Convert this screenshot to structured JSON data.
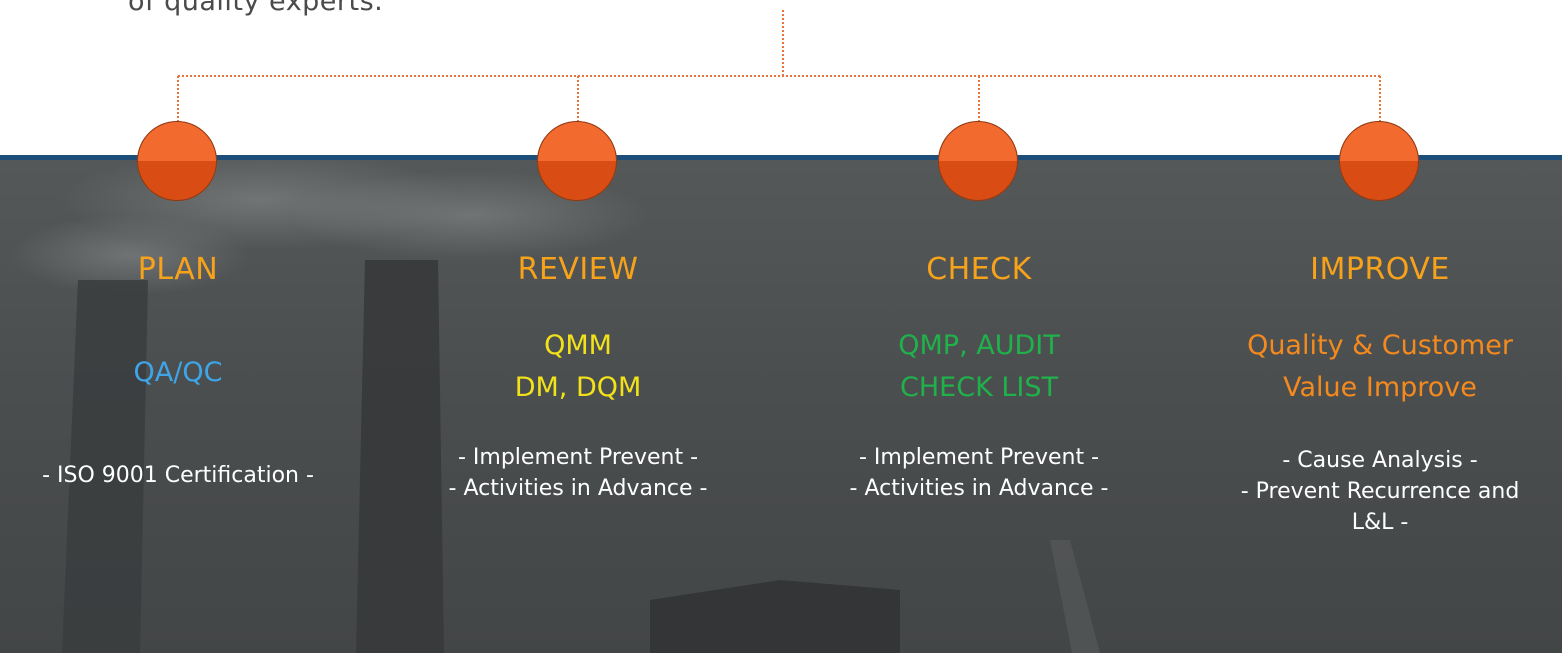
{
  "intro_text": "of quality experts.",
  "colors": {
    "orange": "#f26a2e",
    "connector": "#e8743a",
    "blue_band": "#1d4e7a",
    "phase_title": "#f7a21b",
    "plan_sub": "#3ea6e8",
    "review_sub": "#f2e21a",
    "check_sub": "#1fb24b",
    "improve_sub": "#f48a1e"
  },
  "phases": [
    {
      "title": "PLAN",
      "sub_lines": [
        "QA/QC"
      ],
      "desc_lines": [
        "- ISO 9001 Certification -"
      ]
    },
    {
      "title": "REVIEW",
      "sub_lines": [
        "QMM",
        "DM, DQM"
      ],
      "desc_lines": [
        "- Implement Prevent -",
        "- Activities in Advance -"
      ]
    },
    {
      "title": "CHECK",
      "sub_lines": [
        "QMP, AUDIT",
        "CHECK LIST"
      ],
      "desc_lines": [
        "- Implement Prevent -",
        "- Activities in Advance -"
      ]
    },
    {
      "title": "IMPROVE",
      "sub_lines": [
        "Quality & Customer",
        "Value Improve"
      ],
      "desc_lines": [
        "- Cause Analysis -",
        "- Prevent Recurrence and",
        "L&L -"
      ]
    }
  ]
}
